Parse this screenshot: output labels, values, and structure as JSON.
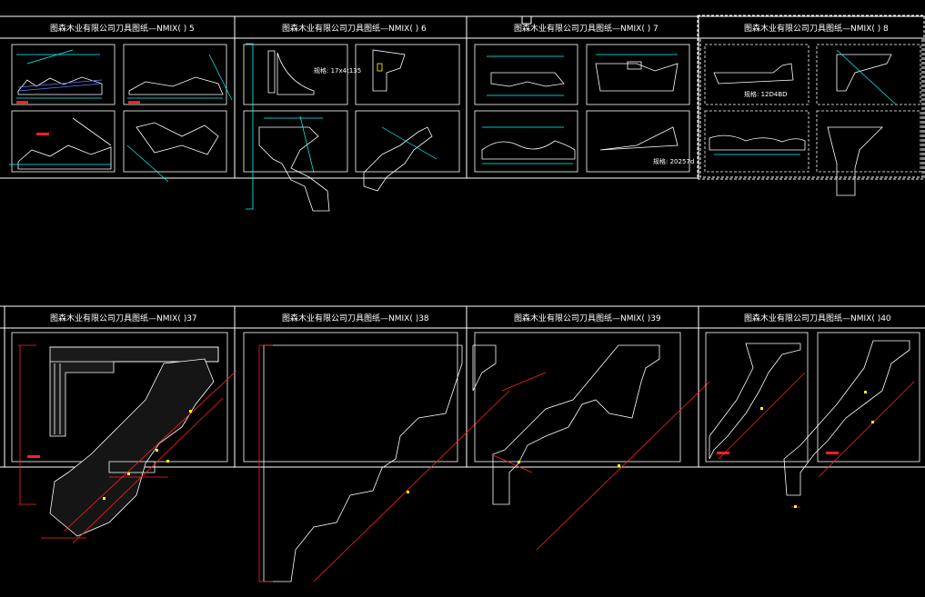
{
  "drawing": {
    "row_top_titles": [
      "图森木业有限公司刀具图纸—NMIX(      ) 5",
      "图森木业有限公司刀具图纸—NMIX(      ) 6",
      "图森木业有限公司刀具图纸—NMIX(      ) 7",
      "图森木业有限公司刀具图纸—NMIX(      ) 8"
    ],
    "row_bottom_titles": [
      "图森木业有限公司刀具图纸—NMIX(      )37",
      "图森木业有限公司刀具图纸—NMIX(      )38",
      "图森木业有限公司刀具图纸—NMIX(      )39",
      "图森木业有限公司刀具图纸—NMIX(      )40"
    ],
    "annotations": {
      "spec_a": "规格: 17x4t135",
      "spec_b": "规格: 12D4BD",
      "spec_c": "规格: 20257d"
    }
  },
  "colors": {
    "background": "#000000",
    "line": "#ffffff",
    "dimension": "#00ffff",
    "center": "#ff2020",
    "marker": "#ffff00"
  }
}
